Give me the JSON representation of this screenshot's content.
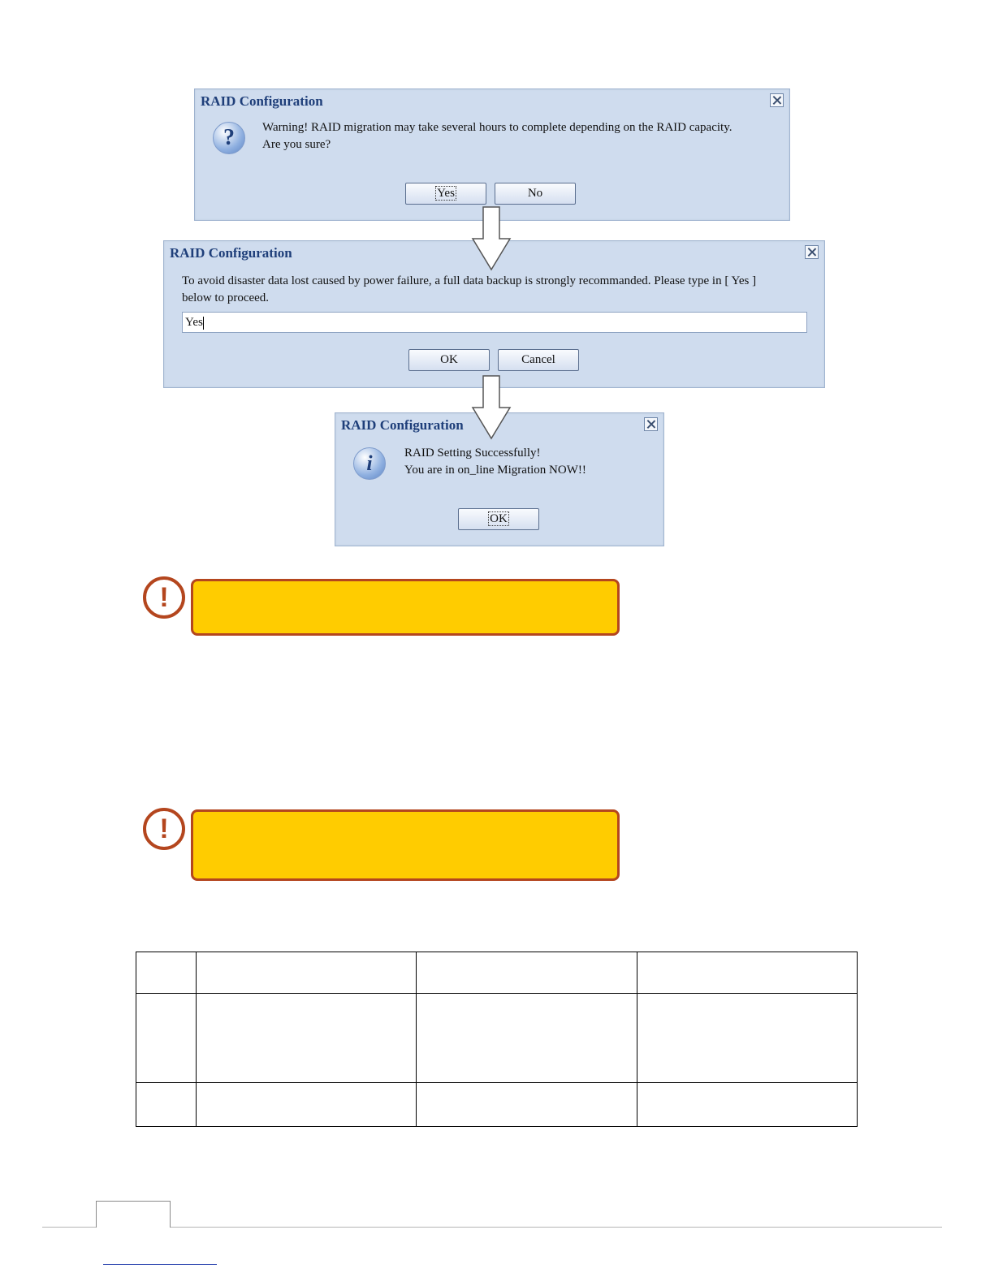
{
  "dialogs": [
    {
      "title": "RAID Configuration",
      "message_line1": "Warning! RAID migration may take several hours to complete depending on the RAID capacity.",
      "message_line2": "Are you sure?",
      "buttons": [
        "Yes",
        "No"
      ]
    },
    {
      "title": "RAID Configuration",
      "message_line1": "To avoid disaster data lost caused by power failure, a full data backup is strongly recommanded. Please type in [ Yes ]",
      "message_line2": "below to proceed.",
      "input_value": "Yes",
      "buttons": [
        "OK",
        "Cancel"
      ]
    },
    {
      "title": "RAID Configuration",
      "message_line1": "RAID Setting Successfully!",
      "message_line2": "You are in on_line Migration NOW!!",
      "buttons": [
        "OK"
      ]
    }
  ],
  "icons": {
    "question": "?",
    "info": "i",
    "note": "!"
  },
  "colors": {
    "note_fill": "#ffcc00",
    "note_border": "#b4461e",
    "dialog_bg": "#cfdcee",
    "dialog_title": "#1f3f7a"
  }
}
